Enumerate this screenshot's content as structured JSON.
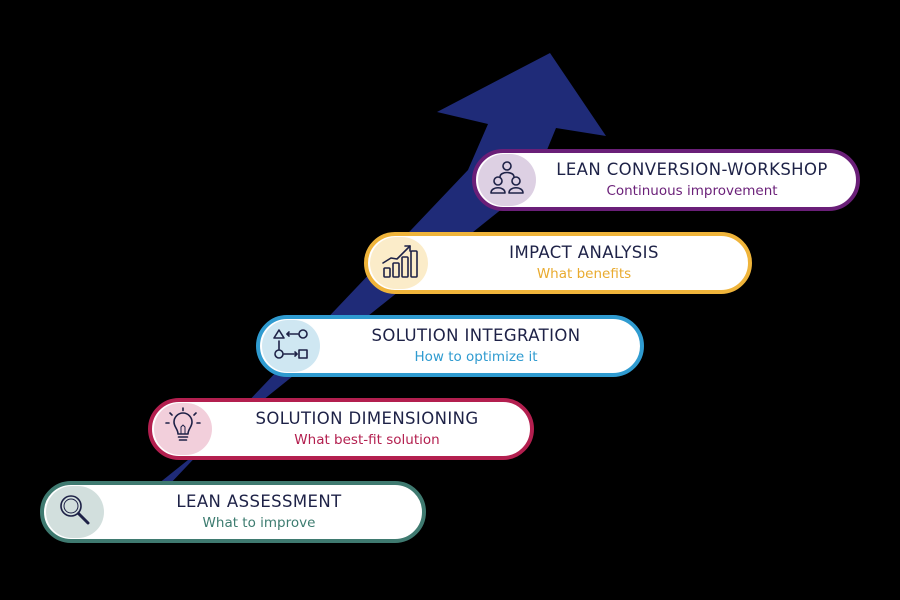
{
  "colors": {
    "background": "#000000",
    "arrow": "#1f2b78",
    "title_text": "#1e2247"
  },
  "steps": [
    {
      "title": "LEAN ASSESSMENT",
      "subtitle": "What to improve",
      "icon": "magnifier-icon",
      "accent": "#3f7a70"
    },
    {
      "title": "SOLUTION DIMENSIONING",
      "subtitle": "What best-fit solution",
      "icon": "lightbulb-icon",
      "accent": "#b31f4f"
    },
    {
      "title": "SOLUTION INTEGRATION",
      "subtitle": "How to optimize it",
      "icon": "flow-diagram-icon",
      "accent": "#2f9bd0"
    },
    {
      "title": "IMPACT ANALYSIS",
      "subtitle": "What benefits",
      "icon": "growth-chart-icon",
      "accent": "#efb43a"
    },
    {
      "title": "LEAN CONVERSION-WORKSHOP",
      "subtitle": "Continuous improvement",
      "icon": "team-icon",
      "accent": "#6a1f78"
    }
  ]
}
